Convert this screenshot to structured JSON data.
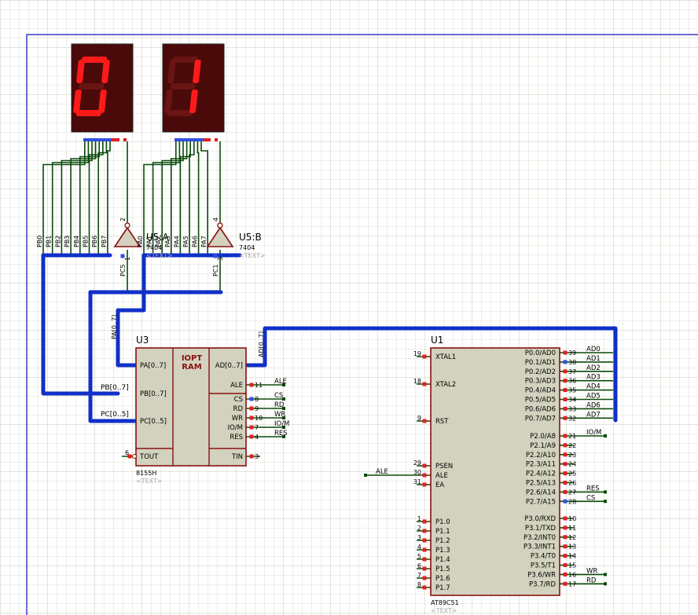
{
  "colors": {
    "background": "#ffffff",
    "grid_minor": "#dcdcd0",
    "grid_major": "#c8c8bc",
    "sheet_border": "#3a3ac8",
    "wire": "#0a4a0a",
    "bus": "#1030c8",
    "component_fill": "#d2d2be",
    "component_edge": "#8a1010",
    "pin_red": "#e02020",
    "pin_blue": "#3050e0",
    "display_body": "#4a0a0a",
    "segment_on": "#ff1a1a",
    "segment_off": "#6a1414",
    "text_dark": "#000000",
    "text_muted": "#a8a8a8"
  },
  "displays": [
    {
      "digit": "0",
      "segments": [
        "a",
        "b",
        "c",
        "d",
        "e",
        "f"
      ]
    },
    {
      "digit": "1",
      "segments": [
        "b",
        "c"
      ]
    }
  ],
  "u5a": {
    "ref": "U5:A",
    "type": "7404",
    "text": "<TEXT>",
    "pin_in": "1",
    "pin_out": "2",
    "pc_label": "PC5"
  },
  "u5b": {
    "ref": "U5:B",
    "type": "7404",
    "text": "<TEXT>",
    "pin_in": "3",
    "pin_out": "4",
    "pc_label": "PC1"
  },
  "left_bus_labels": [
    "PB0",
    "PB1",
    "PB2",
    "PB3",
    "PB4",
    "PB5",
    "PB6",
    "PB7"
  ],
  "right_bus_labels": [
    "PA0",
    "PA1",
    "PA2",
    "PA3",
    "PA4",
    "PA5",
    "PA6",
    "PA7"
  ],
  "bus_labels": {
    "pa": "PA[0..7]",
    "pb": "PB[0..7]",
    "pc": "PC[0..5]",
    "ad": "AD[0..7]"
  },
  "u3": {
    "ref": "U3",
    "part": "8155H",
    "text": "<TEXT>",
    "title_line1": "IOPT",
    "title_line2": "RAM",
    "left_pins": [
      {
        "name": "PA[0..7]"
      },
      {
        "name": "PB[0..7]"
      },
      {
        "name": "PC[0..5]"
      },
      {
        "name": "TOUT",
        "num": "6"
      }
    ],
    "right_pins": [
      {
        "name": "AD[0..7]"
      },
      {
        "name": "ALE",
        "num": "11",
        "net": "ALE"
      },
      {
        "name": "CS",
        "num": "8",
        "net": "CS"
      },
      {
        "name": "RD",
        "num": "9",
        "net": "RD"
      },
      {
        "name": "WR",
        "num": "10",
        "net": "WR"
      },
      {
        "name": "IO/M",
        "num": "7",
        "net": "IO/M"
      },
      {
        "name": "RES",
        "num": "4",
        "net": "RES"
      },
      {
        "name": "TIN",
        "num": "3"
      }
    ]
  },
  "u1": {
    "ref": "U1",
    "part": "AT89C51",
    "text": "<TEXT>",
    "left_pins": [
      {
        "num": "19",
        "name": "XTAL1"
      },
      {
        "num": "18",
        "name": "XTAL2"
      },
      {
        "num": "9",
        "name": "RST"
      },
      {
        "num": "29",
        "name": "PSEN"
      },
      {
        "num": "30",
        "name": "ALE",
        "net": "ALE"
      },
      {
        "num": "31",
        "name": "EA"
      },
      {
        "num": "1",
        "name": "P1.0"
      },
      {
        "num": "2",
        "name": "P1.1"
      },
      {
        "num": "3",
        "name": "P1.2"
      },
      {
        "num": "4",
        "name": "P1.3"
      },
      {
        "num": "5",
        "name": "P1.4"
      },
      {
        "num": "6",
        "name": "P1.5"
      },
      {
        "num": "7",
        "name": "P1.6"
      },
      {
        "num": "8",
        "name": "P1.7"
      }
    ],
    "right_pins": [
      {
        "num": "39",
        "name": "P0.0/AD0",
        "net": "AD0"
      },
      {
        "num": "38",
        "name": "P0.1/AD1",
        "net": "AD1"
      },
      {
        "num": "37",
        "name": "P0.2/AD2",
        "net": "AD2"
      },
      {
        "num": "36",
        "name": "P0.3/AD3",
        "net": "AD3"
      },
      {
        "num": "35",
        "name": "P0.4/AD4",
        "net": "AD4"
      },
      {
        "num": "34",
        "name": "P0.5/AD5",
        "net": "AD5"
      },
      {
        "num": "33",
        "name": "P0.6/AD6",
        "net": "AD6"
      },
      {
        "num": "32",
        "name": "P0.7/AD7",
        "net": "AD7"
      },
      {
        "num": "21",
        "name": "P2.0/A8",
        "net": "IO/M"
      },
      {
        "num": "22",
        "name": "P2.1/A9"
      },
      {
        "num": "23",
        "name": "P2.2/A10"
      },
      {
        "num": "24",
        "name": "P2.3/A11"
      },
      {
        "num": "25",
        "name": "P2.4/A12"
      },
      {
        "num": "26",
        "name": "P2.5/A13"
      },
      {
        "num": "27",
        "name": "P2.6/A14",
        "net": "RES"
      },
      {
        "num": "28",
        "name": "P2.7/A15",
        "net": "CS"
      },
      {
        "num": "10",
        "name": "P3.0/RXD"
      },
      {
        "num": "11",
        "name": "P3.1/TXD"
      },
      {
        "num": "12",
        "name": "P3.2/INT0"
      },
      {
        "num": "13",
        "name": "P3.3/INT1"
      },
      {
        "num": "14",
        "name": "P3.4/T0"
      },
      {
        "num": "15",
        "name": "P3.5/T1"
      },
      {
        "num": "16",
        "name": "P3.6/WR",
        "net": "WR"
      },
      {
        "num": "17",
        "name": "P3.7/RD",
        "net": "RD"
      }
    ]
  },
  "ale_net_label": "ALE"
}
